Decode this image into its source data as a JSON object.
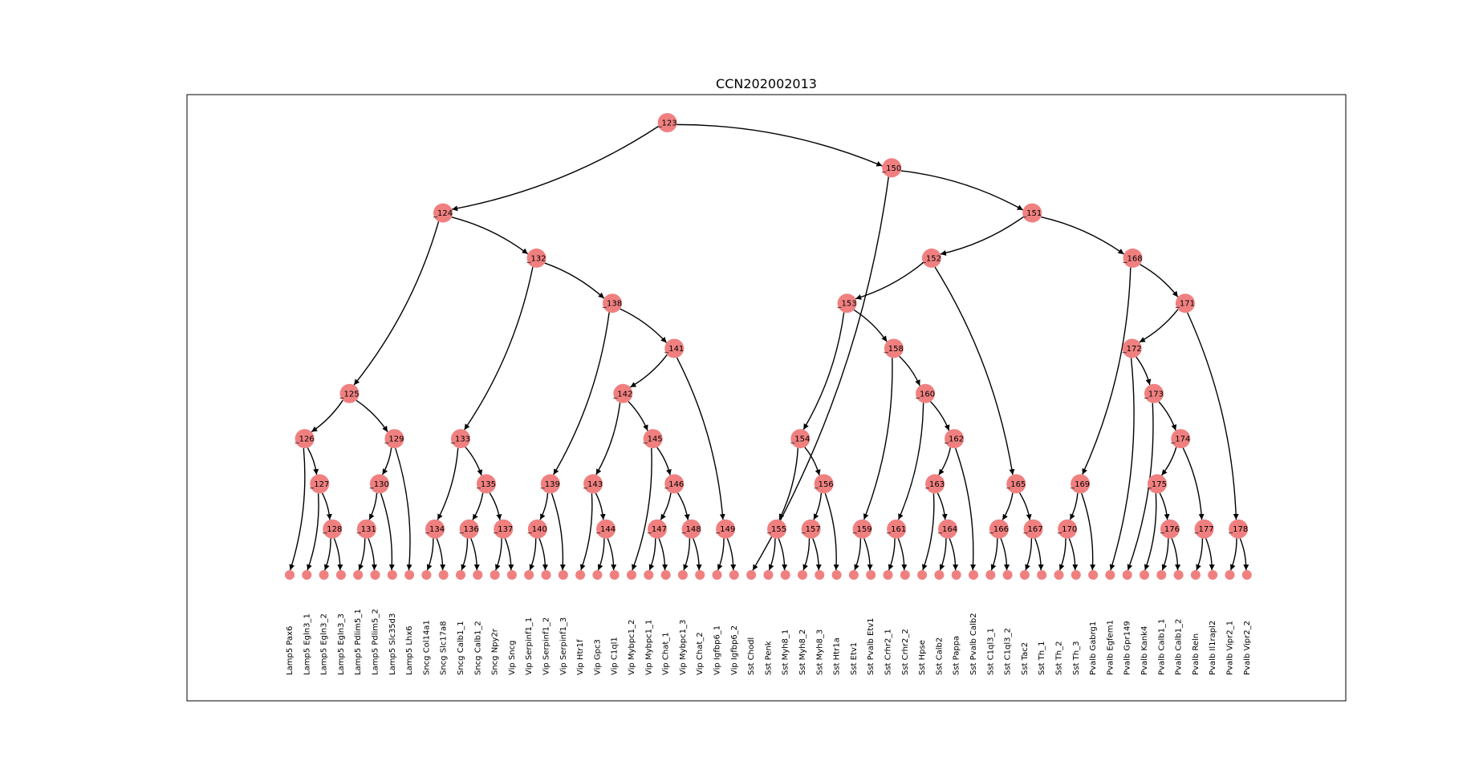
{
  "title": "CCN202002013",
  "colors": {
    "node": "#f08080",
    "edge": "#000000",
    "frame": "#000000"
  },
  "internal_nodes": [
    {
      "id": "_123",
      "label": "_123",
      "depth": 0
    },
    {
      "id": "_124",
      "label": "_124",
      "depth": 2
    },
    {
      "id": "_125",
      "label": "_125",
      "depth": 6
    },
    {
      "id": "_126",
      "label": "_126",
      "depth": 7
    },
    {
      "id": "_127",
      "label": "_127",
      "depth": 8
    },
    {
      "id": "_128",
      "label": "_128",
      "depth": 9
    },
    {
      "id": "_129",
      "label": "_129",
      "depth": 7
    },
    {
      "id": "_130",
      "label": "_130",
      "depth": 8
    },
    {
      "id": "_131",
      "label": "_131",
      "depth": 9
    },
    {
      "id": "_132",
      "label": "_132",
      "depth": 3
    },
    {
      "id": "_133",
      "label": "_133",
      "depth": 7
    },
    {
      "id": "_134",
      "label": "_134",
      "depth": 9
    },
    {
      "id": "_135",
      "label": "_135",
      "depth": 8
    },
    {
      "id": "_136",
      "label": "_136",
      "depth": 9
    },
    {
      "id": "_137",
      "label": "_137",
      "depth": 9
    },
    {
      "id": "_138",
      "label": "_138",
      "depth": 4
    },
    {
      "id": "_139",
      "label": "_139",
      "depth": 8
    },
    {
      "id": "_140",
      "label": "_140",
      "depth": 9
    },
    {
      "id": "_141",
      "label": "_141",
      "depth": 5
    },
    {
      "id": "_142",
      "label": "_142",
      "depth": 6
    },
    {
      "id": "_143",
      "label": "_143",
      "depth": 8
    },
    {
      "id": "_144",
      "label": "_144",
      "depth": 9
    },
    {
      "id": "_145",
      "label": "_145",
      "depth": 7
    },
    {
      "id": "_146",
      "label": "_146",
      "depth": 8
    },
    {
      "id": "_147",
      "label": "_147",
      "depth": 9
    },
    {
      "id": "_148",
      "label": "_148",
      "depth": 9
    },
    {
      "id": "_149",
      "label": "_149",
      "depth": 9
    },
    {
      "id": "_150",
      "label": "_150",
      "depth": 1
    },
    {
      "id": "_151",
      "label": "_151",
      "depth": 2
    },
    {
      "id": "_152",
      "label": "_152",
      "depth": 3
    },
    {
      "id": "_153",
      "label": "_153",
      "depth": 4
    },
    {
      "id": "_154",
      "label": "_154",
      "depth": 7
    },
    {
      "id": "_155",
      "label": "_155",
      "depth": 9
    },
    {
      "id": "_156",
      "label": "_156",
      "depth": 8
    },
    {
      "id": "_157",
      "label": "_157",
      "depth": 9
    },
    {
      "id": "_158",
      "label": "_158",
      "depth": 5
    },
    {
      "id": "_159",
      "label": "_159",
      "depth": 9
    },
    {
      "id": "_160",
      "label": "_160",
      "depth": 6
    },
    {
      "id": "_161",
      "label": "_161",
      "depth": 9
    },
    {
      "id": "_162",
      "label": "_162",
      "depth": 7
    },
    {
      "id": "_163",
      "label": "_163",
      "depth": 8
    },
    {
      "id": "_164",
      "label": "_164",
      "depth": 9
    },
    {
      "id": "_165",
      "label": "_165",
      "depth": 8
    },
    {
      "id": "_166",
      "label": "_166",
      "depth": 9
    },
    {
      "id": "_167",
      "label": "_167",
      "depth": 9
    },
    {
      "id": "_168",
      "label": "_168",
      "depth": 3
    },
    {
      "id": "_169",
      "label": "_169",
      "depth": 8
    },
    {
      "id": "_170",
      "label": "_170",
      "depth": 9
    },
    {
      "id": "_171",
      "label": "_171",
      "depth": 4
    },
    {
      "id": "_172",
      "label": "_172",
      "depth": 5
    },
    {
      "id": "_173",
      "label": "_173",
      "depth": 6
    },
    {
      "id": "_174",
      "label": "_174",
      "depth": 7
    },
    {
      "id": "_175",
      "label": "_175",
      "depth": 8
    },
    {
      "id": "_176",
      "label": "_176",
      "depth": 9
    },
    {
      "id": "_177",
      "label": "_177",
      "depth": 9
    },
    {
      "id": "_178",
      "label": "_178",
      "depth": 9
    }
  ],
  "leaves": [
    "Lamp5 Pax6",
    "Lamp5 Egln3_1",
    "Lamp5 Egln3_2",
    "Lamp5 Egln3_3",
    "Lamp5 Pdlim5_1",
    "Lamp5 Pdlim5_2",
    "Lamp5 Slc35d3",
    "Lamp5 Lhx6",
    "Sncg Col14a1",
    "Sncg Slc17a8",
    "Sncg Calb1_1",
    "Sncg Calb1_2",
    "Sncg Npy2r",
    "Vip Sncg",
    "Vip Serpinf1_1",
    "Vip Serpinf1_2",
    "Vip Serpinf1_3",
    "Vip Htr1f",
    "Vip Gpc3",
    "Vip C1ql1",
    "Vip Mybpc1_2",
    "Vip Mybpc1_1",
    "Vip Chat_1",
    "Vip Mybpc1_3",
    "Vip Chat_2",
    "Vip Igfbp6_1",
    "Vip Igfbp6_2",
    "Sst Chodl",
    "Sst Penk",
    "Sst Myh8_1",
    "Sst Myh8_2",
    "Sst Myh8_3",
    "Sst Htr1a",
    "Sst Etv1",
    "Sst Pvalb Etv1",
    "Sst Crhr2_1",
    "Sst Crhr2_2",
    "Sst Hpse",
    "Sst Calb2",
    "Sst Pappa",
    "Sst Pvalb Calb2",
    "Sst C1ql3_1",
    "Sst C1ql3_2",
    "Sst Tac2",
    "Sst Th_1",
    "Sst Th_2",
    "Sst Th_3",
    "Pvalb Gabrg1",
    "Pvalb Egfem1",
    "Pvalb Gpr149",
    "Pvalb Kank4",
    "Pvalb Calb1_1",
    "Pvalb Calb1_2",
    "Pvalb Reln",
    "Pvalb Il1rapl2",
    "Pvalb Vipr2_1",
    "Pvalb Vipr2_2"
  ],
  "edges": [
    [
      "_123",
      "_124"
    ],
    [
      "_123",
      "_150"
    ],
    [
      "_124",
      "_125"
    ],
    [
      "_124",
      "_132"
    ],
    [
      "_125",
      "_126"
    ],
    [
      "_125",
      "_129"
    ],
    [
      "_126",
      "L0"
    ],
    [
      "_126",
      "_127"
    ],
    [
      "_127",
      "L1"
    ],
    [
      "_127",
      "_128"
    ],
    [
      "_128",
      "L2"
    ],
    [
      "_128",
      "L3"
    ],
    [
      "_129",
      "_130"
    ],
    [
      "_129",
      "L7"
    ],
    [
      "_130",
      "_131"
    ],
    [
      "_130",
      "L6"
    ],
    [
      "_131",
      "L4"
    ],
    [
      "_131",
      "L5"
    ],
    [
      "_132",
      "_133"
    ],
    [
      "_132",
      "_138"
    ],
    [
      "_133",
      "_134"
    ],
    [
      "_133",
      "_135"
    ],
    [
      "_134",
      "L8"
    ],
    [
      "_134",
      "L9"
    ],
    [
      "_135",
      "_136"
    ],
    [
      "_135",
      "_137"
    ],
    [
      "_136",
      "L10"
    ],
    [
      "_136",
      "L11"
    ],
    [
      "_137",
      "L12"
    ],
    [
      "_137",
      "L13"
    ],
    [
      "_138",
      "_139"
    ],
    [
      "_138",
      "_141"
    ],
    [
      "_139",
      "_140"
    ],
    [
      "_139",
      "L16"
    ],
    [
      "_140",
      "L14"
    ],
    [
      "_140",
      "L15"
    ],
    [
      "_141",
      "_142"
    ],
    [
      "_141",
      "_149"
    ],
    [
      "_142",
      "_143"
    ],
    [
      "_142",
      "_145"
    ],
    [
      "_143",
      "L17"
    ],
    [
      "_143",
      "_144"
    ],
    [
      "_144",
      "L18"
    ],
    [
      "_144",
      "L19"
    ],
    [
      "_145",
      "L20"
    ],
    [
      "_145",
      "_146"
    ],
    [
      "_146",
      "_147"
    ],
    [
      "_146",
      "_148"
    ],
    [
      "_147",
      "L21"
    ],
    [
      "_147",
      "L22"
    ],
    [
      "_148",
      "L23"
    ],
    [
      "_148",
      "L24"
    ],
    [
      "_149",
      "L25"
    ],
    [
      "_149",
      "L26"
    ],
    [
      "_150",
      "L27"
    ],
    [
      "_150",
      "_151"
    ],
    [
      "_151",
      "_152"
    ],
    [
      "_151",
      "_168"
    ],
    [
      "_152",
      "_153"
    ],
    [
      "_152",
      "_165"
    ],
    [
      "_153",
      "_154"
    ],
    [
      "_153",
      "_158"
    ],
    [
      "_154",
      "_155"
    ],
    [
      "_154",
      "_156"
    ],
    [
      "_155",
      "L28"
    ],
    [
      "_155",
      "L29"
    ],
    [
      "_156",
      "_157"
    ],
    [
      "_156",
      "L32"
    ],
    [
      "_157",
      "L30"
    ],
    [
      "_157",
      "L31"
    ],
    [
      "_158",
      "_159"
    ],
    [
      "_158",
      "_160"
    ],
    [
      "_159",
      "L33"
    ],
    [
      "_159",
      "L34"
    ],
    [
      "_160",
      "_161"
    ],
    [
      "_160",
      "_162"
    ],
    [
      "_161",
      "L35"
    ],
    [
      "_161",
      "L36"
    ],
    [
      "_162",
      "_163"
    ],
    [
      "_162",
      "L40"
    ],
    [
      "_163",
      "L37"
    ],
    [
      "_163",
      "_164"
    ],
    [
      "_164",
      "L38"
    ],
    [
      "_164",
      "L39"
    ],
    [
      "_165",
      "_166"
    ],
    [
      "_165",
      "_167"
    ],
    [
      "_166",
      "L41"
    ],
    [
      "_166",
      "L42"
    ],
    [
      "_167",
      "L43"
    ],
    [
      "_167",
      "L44"
    ],
    [
      "_168",
      "_169"
    ],
    [
      "_168",
      "_171"
    ],
    [
      "_169",
      "_170"
    ],
    [
      "_169",
      "L47"
    ],
    [
      "_170",
      "L45"
    ],
    [
      "_170",
      "L46"
    ],
    [
      "_171",
      "_172"
    ],
    [
      "_171",
      "_178"
    ],
    [
      "_172",
      "L48"
    ],
    [
      "_172",
      "_173"
    ],
    [
      "_173",
      "L49"
    ],
    [
      "_173",
      "_174"
    ],
    [
      "_174",
      "_175"
    ],
    [
      "_174",
      "_177"
    ],
    [
      "_175",
      "L50"
    ],
    [
      "_175",
      "_176"
    ],
    [
      "_176",
      "L51"
    ],
    [
      "_176",
      "L52"
    ],
    [
      "_177",
      "L53"
    ],
    [
      "_177",
      "L54"
    ],
    [
      "_178",
      "L55"
    ],
    [
      "_178",
      "L56"
    ]
  ]
}
